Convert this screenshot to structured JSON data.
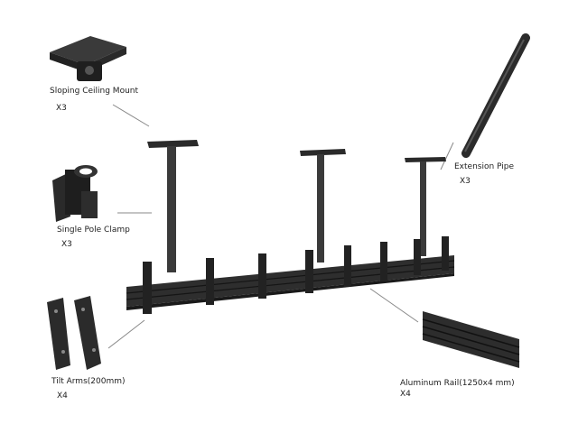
{
  "parts": [
    {
      "name": "Sloping Ceiling Mount",
      "qty": "X3"
    },
    {
      "name": "Single Pole Clamp",
      "qty": "X3"
    },
    {
      "name": "Tilt Arms(200mm)",
      "qty": "X4"
    },
    {
      "name": "Extension Pipe",
      "qty": "X3"
    },
    {
      "name": "Aluminum Rail(1250x4 mm)",
      "qty": "X4"
    }
  ],
  "colors": {
    "metal": "#2b2b2b",
    "metal_light": "#4a4a4a",
    "leader": "#888888"
  }
}
